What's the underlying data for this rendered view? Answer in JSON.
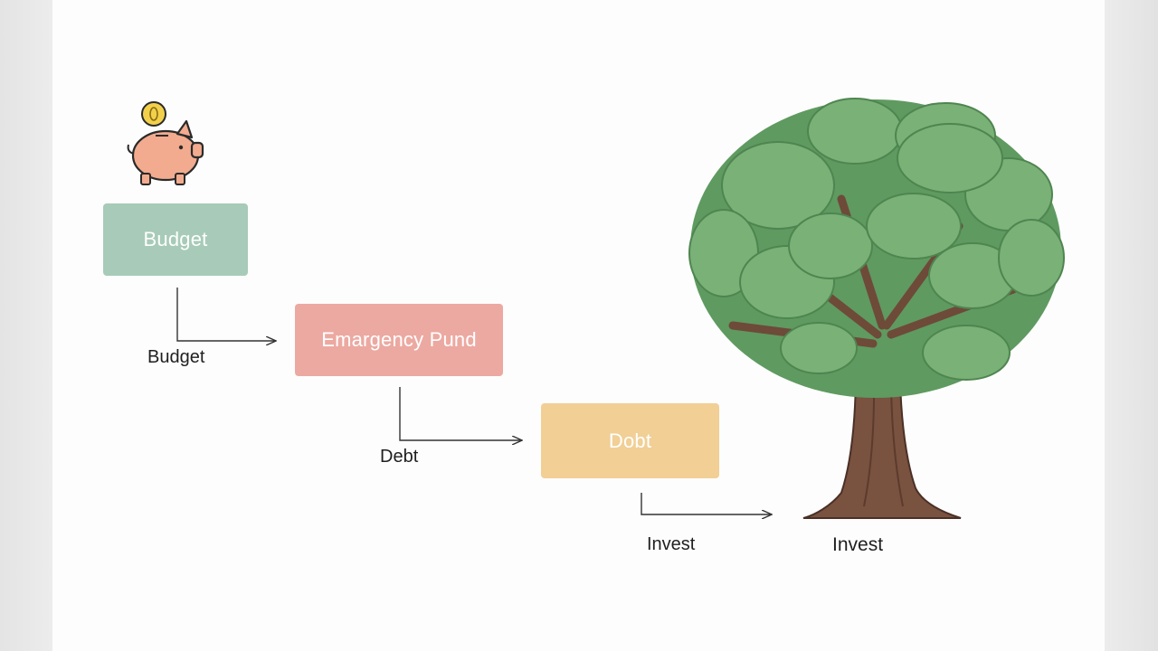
{
  "steps": {
    "budget": {
      "box_text": "Budget",
      "caption": "Budget"
    },
    "emergency_fund": {
      "box_text": "Emargency Pund"
    },
    "debt": {
      "box_text": "Dobt",
      "caption": "Debt"
    },
    "invest": {
      "arrow_caption": "Invest",
      "tree_caption": "Invest"
    }
  },
  "colors": {
    "budget_box": "#a7cbb8",
    "emergency_box": "#eca9a1",
    "debt_box": "#f1cf95",
    "arrow": "#333333",
    "piggy_body": "#f2ab8e",
    "coin": "#f2d04b",
    "foliage": "#6ea86c",
    "trunk": "#7a5240"
  },
  "icons": {
    "piggy_bank": "piggy-bank-icon",
    "coin": "coin-icon",
    "tree": "tree-illustration"
  }
}
